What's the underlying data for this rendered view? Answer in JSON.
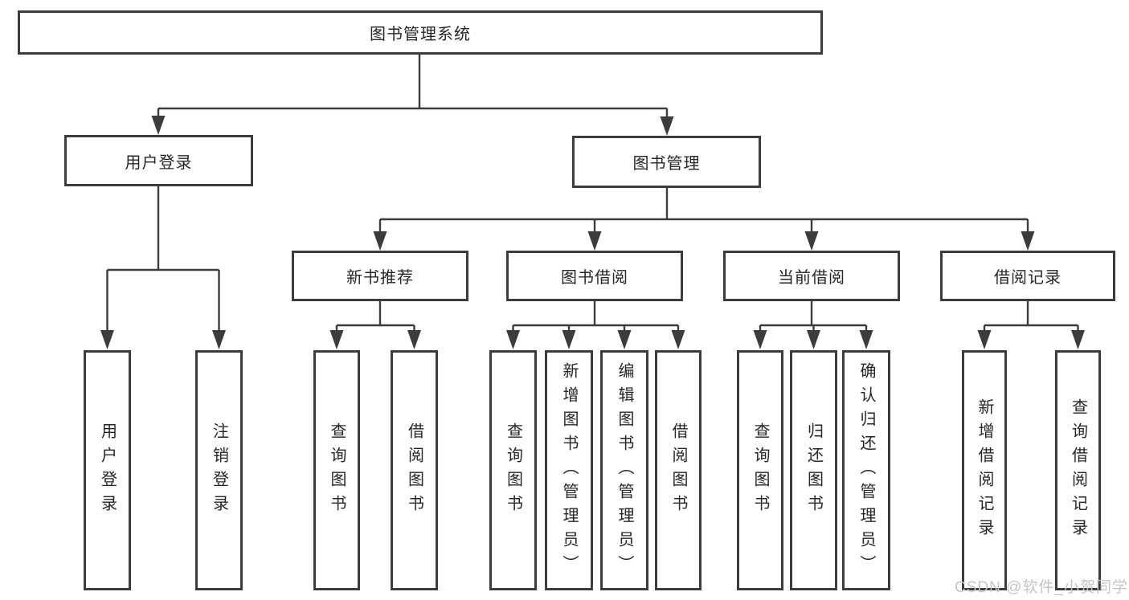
{
  "colors": {
    "line": "#3c3c3c",
    "box_border": "#3c3c3c",
    "text": "#262626",
    "watermark": "#c9c3c3",
    "background": "#ffffff"
  },
  "watermark": "CSDN @软件_小贺同学",
  "tree": {
    "root": {
      "label": "图书管理系统"
    },
    "branches": [
      {
        "label": "用户登录",
        "children": [
          {
            "label": "用户登录"
          },
          {
            "label": "注销登录"
          }
        ]
      },
      {
        "label": "图书管理",
        "children": [
          {
            "label": "新书推荐",
            "children": [
              {
                "label": "查询图书"
              },
              {
                "label": "借阅图书"
              }
            ]
          },
          {
            "label": "图书借阅",
            "children": [
              {
                "label": "查询图书"
              },
              {
                "label": "新增图书（管理员）"
              },
              {
                "label": "编辑图书（管理员）"
              },
              {
                "label": "借阅图书"
              }
            ]
          },
          {
            "label": "当前借阅",
            "children": [
              {
                "label": "查询图书"
              },
              {
                "label": "归还图书"
              },
              {
                "label": "确认归还（管理员）"
              }
            ]
          },
          {
            "label": "借阅记录",
            "children": [
              {
                "label": "新增借阅记录"
              },
              {
                "label": "查询借阅记录"
              }
            ]
          }
        ]
      }
    ]
  }
}
